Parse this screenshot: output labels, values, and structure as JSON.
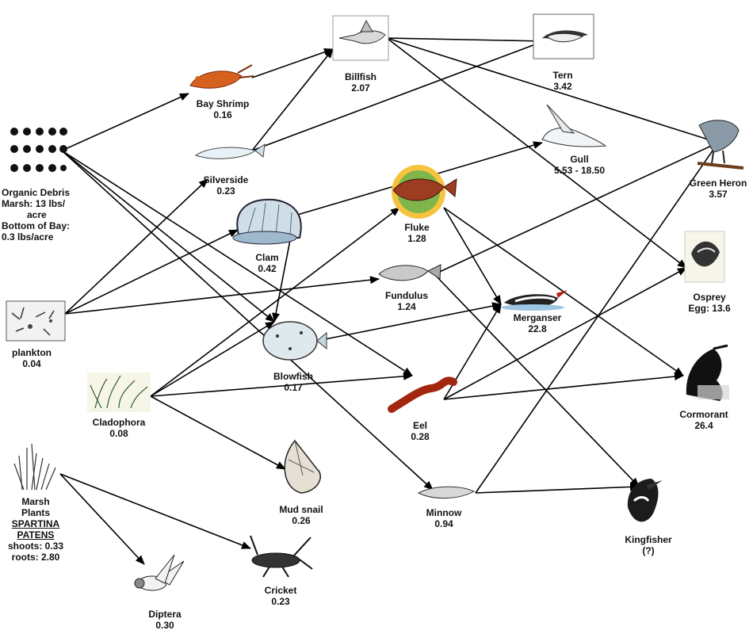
{
  "organisms": {
    "organic_debris": {
      "lines": [
        "Organic Debris",
        "Marsh: 13 lbs/",
        "acre",
        "Bottom of Bay:",
        "0.3 lbs/acre"
      ]
    },
    "plankton": {
      "name": "plankton",
      "value": "0.04"
    },
    "cladophora": {
      "name": "Cladophora",
      "value": "0.08"
    },
    "marsh_plants": {
      "lines": [
        "Marsh",
        "Plants"
      ],
      "species": [
        "SPARTINA",
        "PATENS"
      ],
      "values": [
        "shoots: 0.33",
        "roots: 2.80"
      ]
    },
    "bay_shrimp": {
      "name": "Bay Shrimp",
      "value": "0.16"
    },
    "silverside": {
      "name": "Silverside",
      "value": "0.23"
    },
    "billfish": {
      "name": "Billfish",
      "value": "2.07"
    },
    "clam": {
      "name": "Clam",
      "value": "0.42"
    },
    "blowfish": {
      "name": "Blowfish",
      "value": "0.17"
    },
    "fluke": {
      "name": "Fluke",
      "value": "1.28"
    },
    "fundulus": {
      "name": "Fundulus",
      "value": "1.24"
    },
    "mud_snail": {
      "name": "Mud snail",
      "value": "0.26"
    },
    "cricket": {
      "name": "Cricket",
      "value": "0.23"
    },
    "diptera": {
      "name": "Diptera",
      "value": "0.30"
    },
    "eel": {
      "name": "Eel",
      "value": "0.28"
    },
    "minnow": {
      "name": "Minnow",
      "value": "0.94"
    },
    "tern": {
      "name": "Tern",
      "value": "3.42"
    },
    "gull": {
      "name": "Gull",
      "value": "5.53 - 18.50"
    },
    "green_heron": {
      "name": "Green Heron",
      "value": "3.57"
    },
    "osprey": {
      "name": "Osprey",
      "value": "Egg: 13.6"
    },
    "merganser": {
      "name": "Merganser",
      "value": "22.8"
    },
    "cormorant": {
      "name": "Cormorant",
      "value": "26.4"
    },
    "kingfisher": {
      "name": "Kingfisher",
      "value": "(?)"
    }
  },
  "links": [
    [
      "organic_debris",
      "bay_shrimp"
    ],
    [
      "organic_debris",
      "blowfish"
    ],
    [
      "organic_debris",
      "minnow"
    ],
    [
      "organic_debris",
      "eel"
    ],
    [
      "plankton",
      "silverside"
    ],
    [
      "plankton",
      "clam"
    ],
    [
      "plankton",
      "fundulus"
    ],
    [
      "cladophora",
      "fluke"
    ],
    [
      "cladophora",
      "blowfish"
    ],
    [
      "cladophora",
      "eel"
    ],
    [
      "cladophora",
      "mud_snail"
    ],
    [
      "marsh_plants",
      "cricket"
    ],
    [
      "marsh_plants",
      "diptera"
    ],
    [
      "bay_shrimp",
      "billfish"
    ],
    [
      "silverside",
      "billfish"
    ],
    [
      "silverside",
      "tern"
    ],
    [
      "billfish",
      "tern"
    ],
    [
      "billfish",
      "green_heron"
    ],
    [
      "billfish",
      "osprey"
    ],
    [
      "clam",
      "gull"
    ],
    [
      "clam",
      "blowfish"
    ],
    [
      "fluke",
      "merganser"
    ],
    [
      "fluke",
      "cormorant"
    ],
    [
      "fundulus",
      "green_heron"
    ],
    [
      "fundulus",
      "kingfisher"
    ],
    [
      "blowfish",
      "merganser"
    ],
    [
      "eel",
      "merganser"
    ],
    [
      "eel",
      "cormorant"
    ],
    [
      "eel",
      "osprey"
    ],
    [
      "minnow",
      "kingfisher"
    ],
    [
      "minnow",
      "green_heron"
    ]
  ]
}
